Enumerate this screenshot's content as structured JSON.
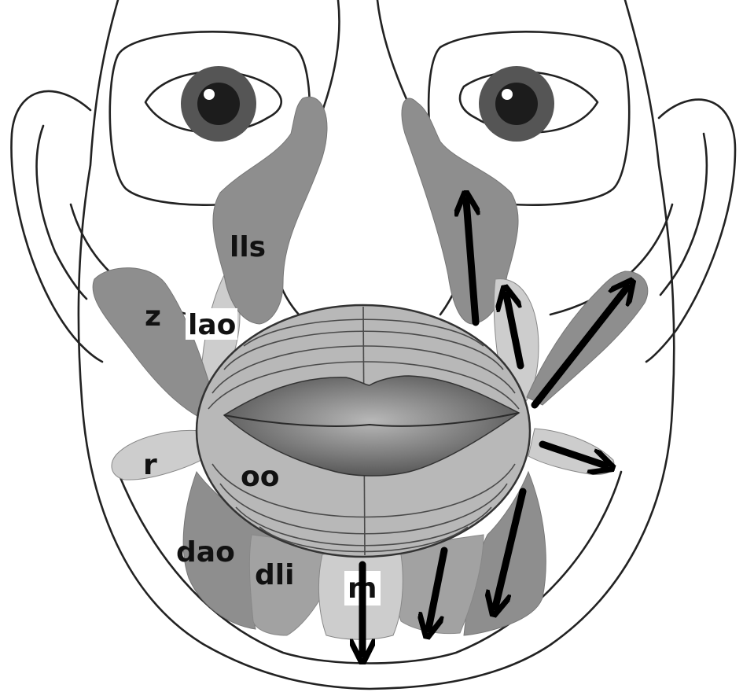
{
  "labels": {
    "lls": "lls",
    "z": "z",
    "lao": "lao",
    "oo": "oo",
    "r": "r",
    "dao": "dao",
    "dli": "dli",
    "m": "m"
  },
  "colors": {
    "outline": "#222222",
    "muscle_dark": "#8e8e8e",
    "muscle_mid": "#a2a2a2",
    "muscle_light": "#cdcdcd",
    "label_box": "#ffffff",
    "arrow": "#000000",
    "iris": "#555555",
    "pupil": "#1c1c1c"
  }
}
